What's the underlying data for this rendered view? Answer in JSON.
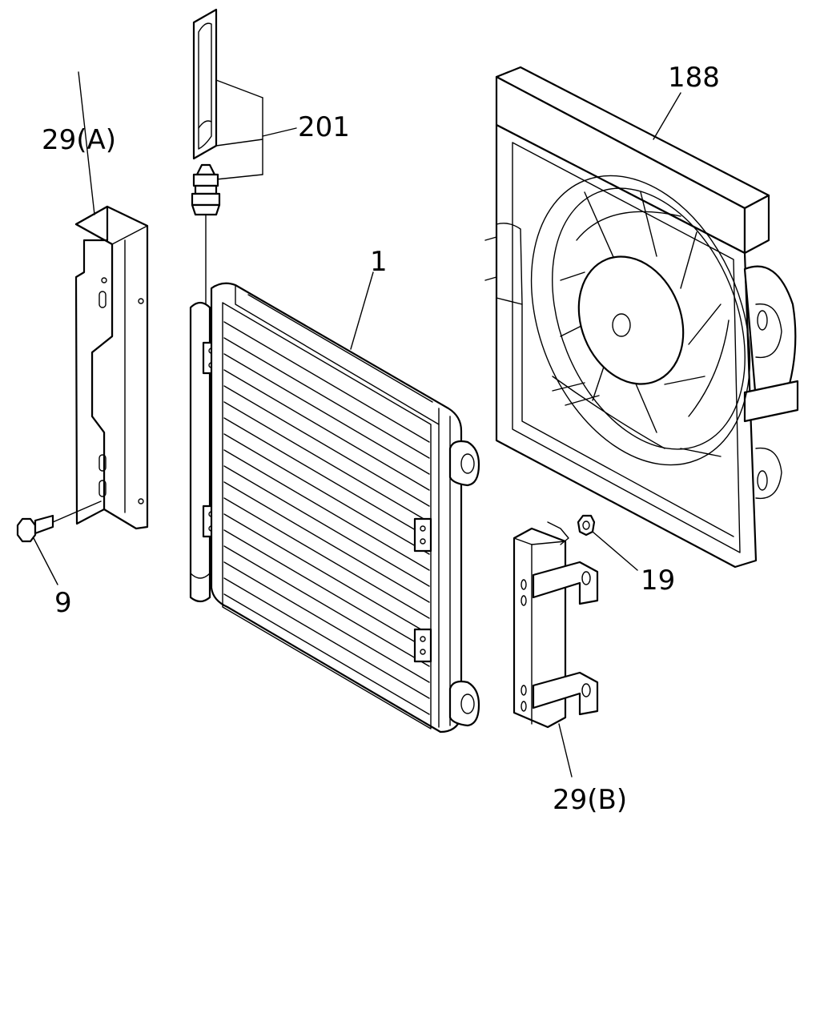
{
  "callouts": [
    {
      "id": "201",
      "text": "201"
    },
    {
      "id": "188",
      "text": "188"
    },
    {
      "id": "29a",
      "text": "29(A)"
    },
    {
      "id": "1",
      "text": "1"
    },
    {
      "id": "9",
      "text": "9"
    },
    {
      "id": "19",
      "text": "19"
    },
    {
      "id": "29b",
      "text": "29(B)"
    }
  ]
}
